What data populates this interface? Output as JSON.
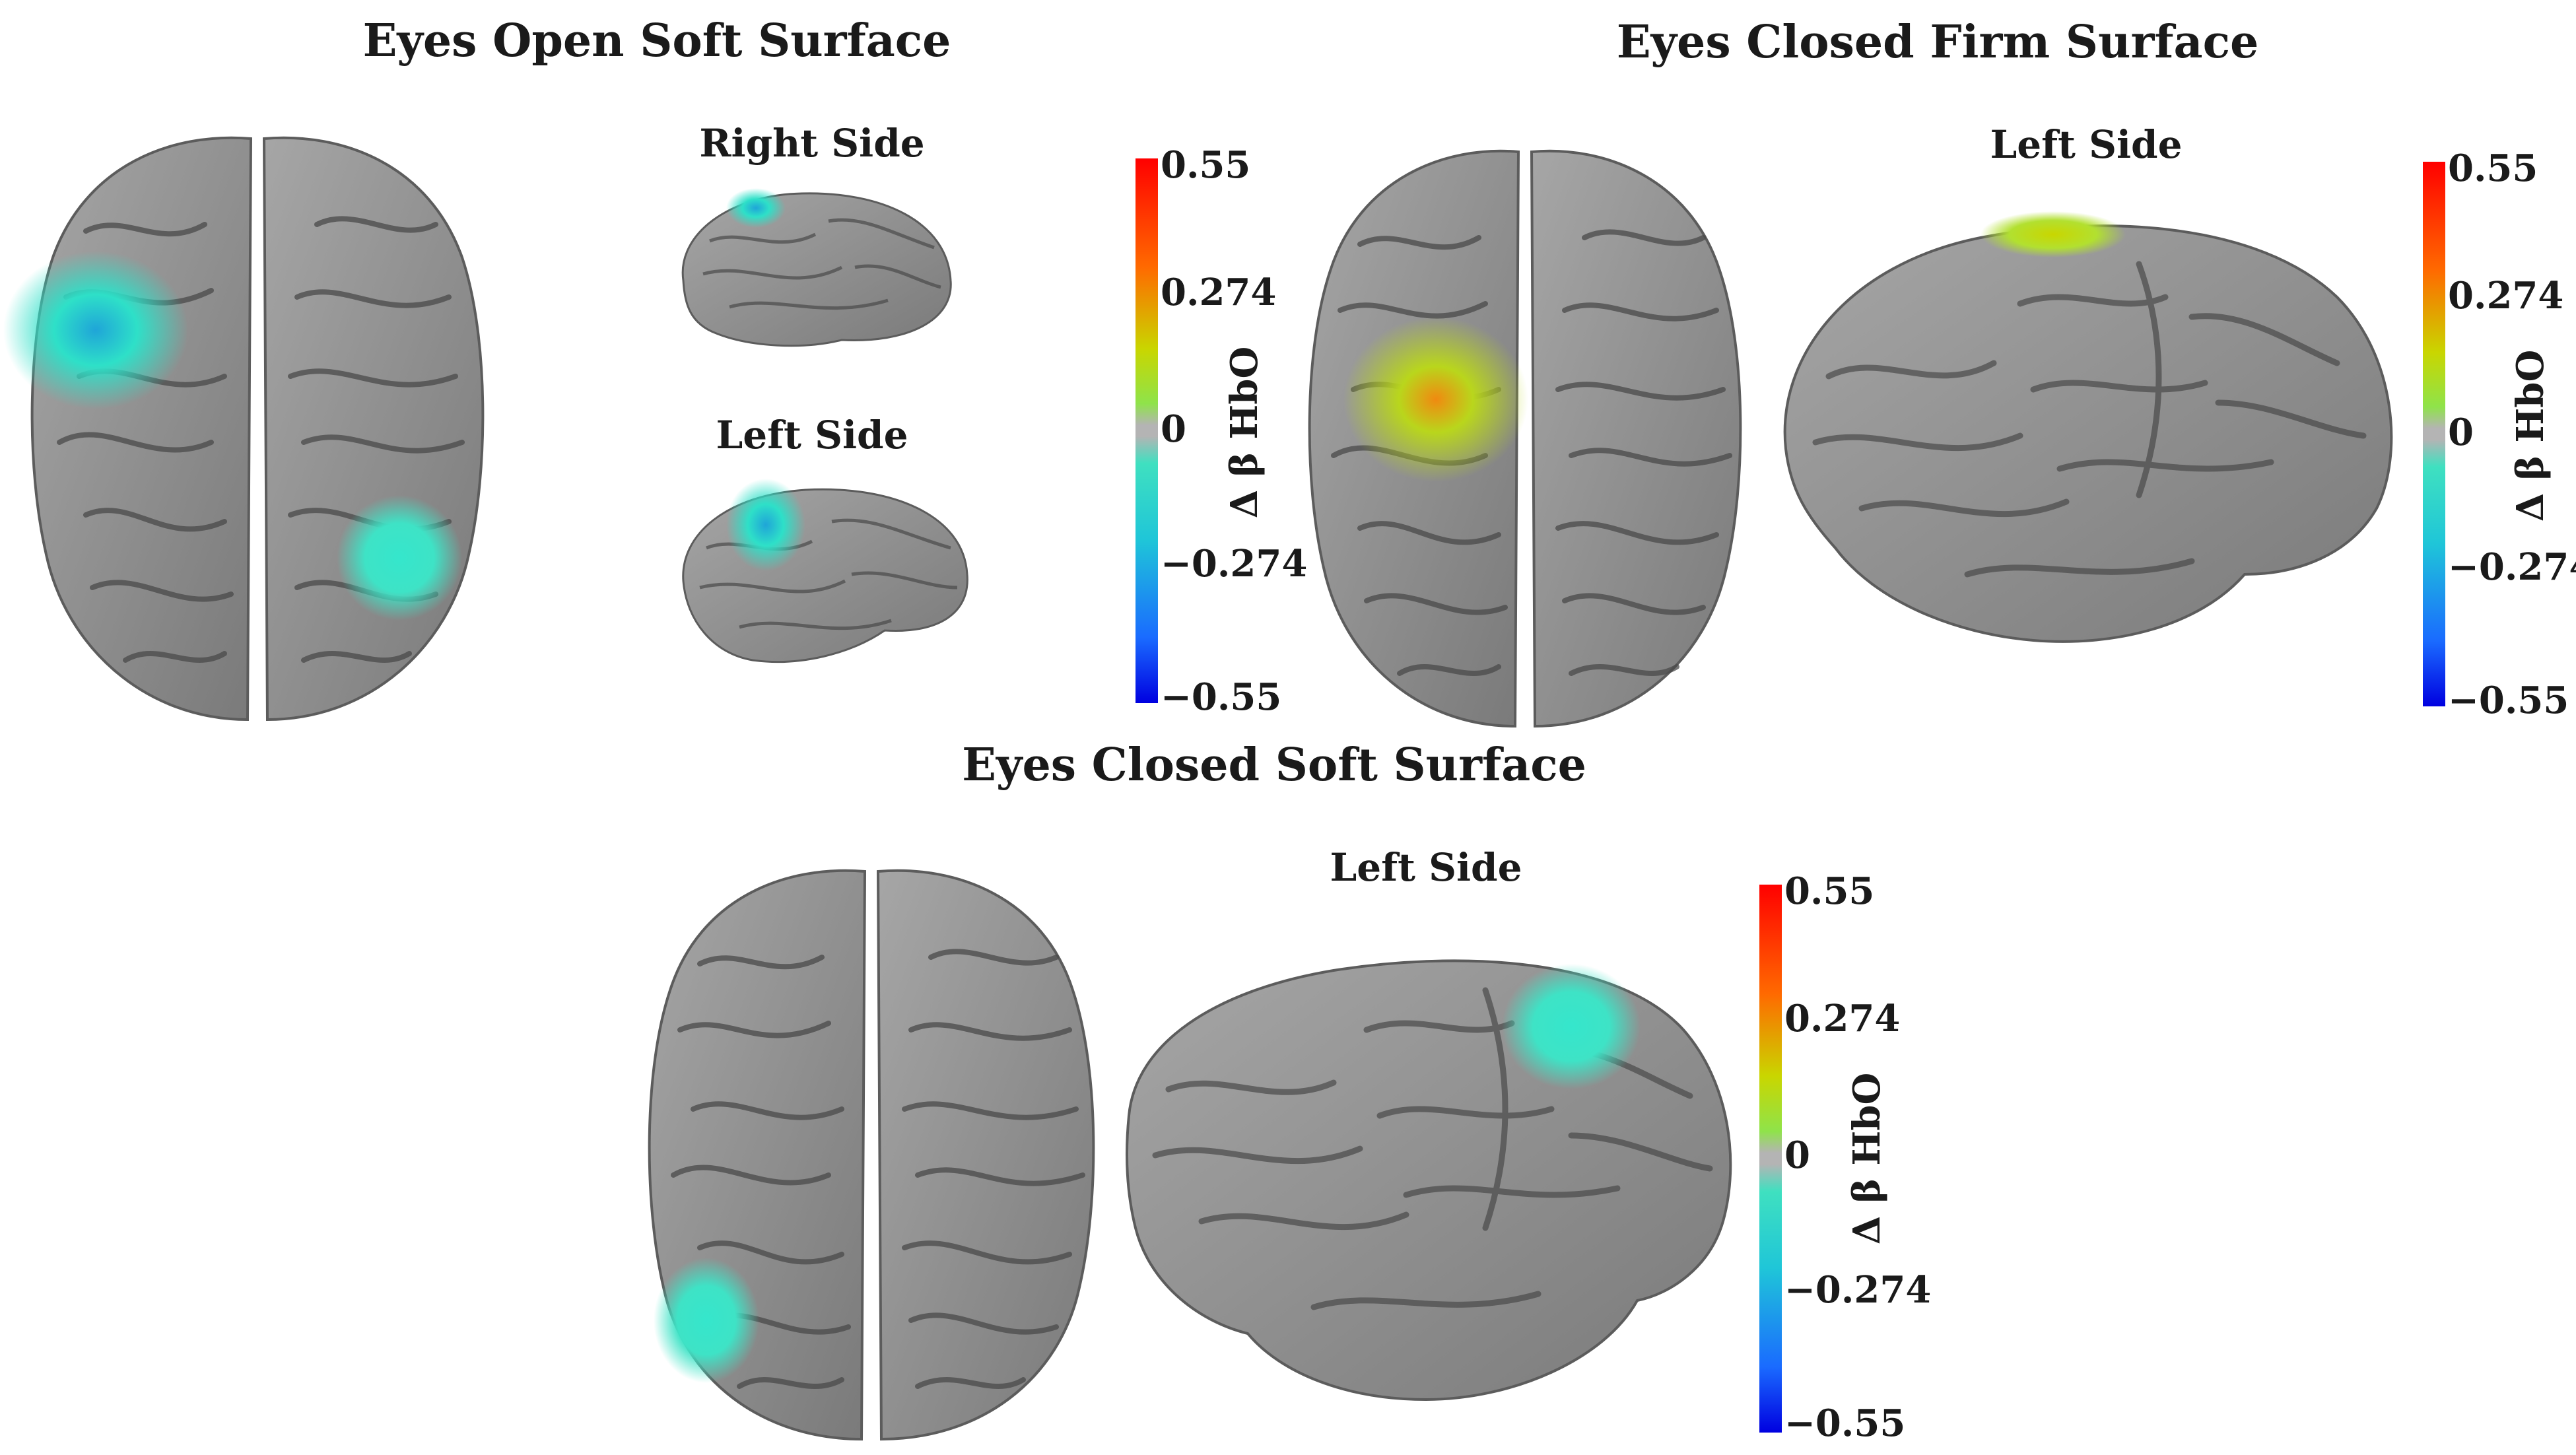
{
  "panels": {
    "eyes_open_soft": {
      "title": "Eyes Open Soft Surface",
      "right_side_label": "Right Side",
      "left_side_label": "Left Side"
    },
    "eyes_closed_firm": {
      "title": "Eyes Closed Firm Surface",
      "left_side_label": "Left Side"
    },
    "eyes_closed_soft": {
      "title": "Eyes Closed Soft Surface",
      "left_side_label": "Left Side"
    }
  },
  "colorbar": {
    "label": "Δ β  HbO",
    "ticks": [
      "0.55",
      "0.274",
      "0",
      "−0.274",
      "−0.55"
    ],
    "range": [
      -0.55,
      0.55
    ],
    "colors": {
      "max": "#ff0000",
      "mid_high": "#9fe03a",
      "zero": "#b4b4b4",
      "mid_low": "#2ee0c8",
      "min": "#0000e0"
    }
  }
}
